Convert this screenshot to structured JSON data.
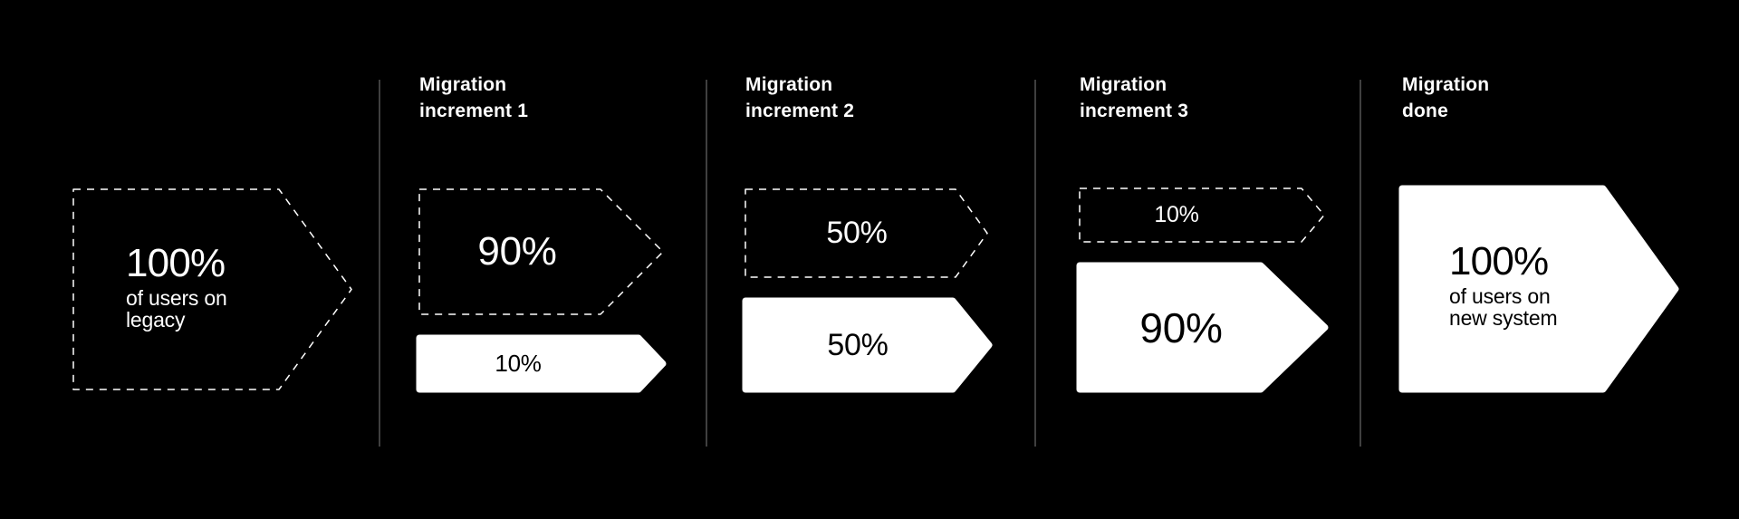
{
  "canvas": {
    "background_color": "#000000",
    "shape_color": "#ffffff",
    "divider_color": "#3f3f3f",
    "text_on_dark": "#ffffff",
    "text_on_light": "#000000"
  },
  "columns": [
    {
      "id": "legacy-state",
      "arrows": [
        {
          "style": "dashed",
          "value": "100%",
          "sub_line1": "of users on",
          "sub_line2": "legacy"
        }
      ]
    },
    {
      "id": "increment-1",
      "header": {
        "line1": "Migration",
        "line2": "increment 1"
      },
      "arrows": [
        {
          "style": "dashed",
          "value": "90%"
        },
        {
          "style": "solid",
          "value": "10%"
        }
      ]
    },
    {
      "id": "increment-2",
      "header": {
        "line1": "Migration",
        "line2": "increment 2"
      },
      "arrows": [
        {
          "style": "dashed",
          "value": "50%"
        },
        {
          "style": "solid",
          "value": "50%"
        }
      ]
    },
    {
      "id": "increment-3",
      "header": {
        "line1": "Migration",
        "line2": "increment 3"
      },
      "arrows": [
        {
          "style": "dashed",
          "value": "10%"
        },
        {
          "style": "solid",
          "value": "90%"
        }
      ]
    },
    {
      "id": "done-state",
      "header": {
        "line1": "Migration",
        "line2": "done"
      },
      "arrows": [
        {
          "style": "solid",
          "value": "100%",
          "sub_line1": "of users on",
          "sub_line2": "new system"
        }
      ]
    }
  ]
}
